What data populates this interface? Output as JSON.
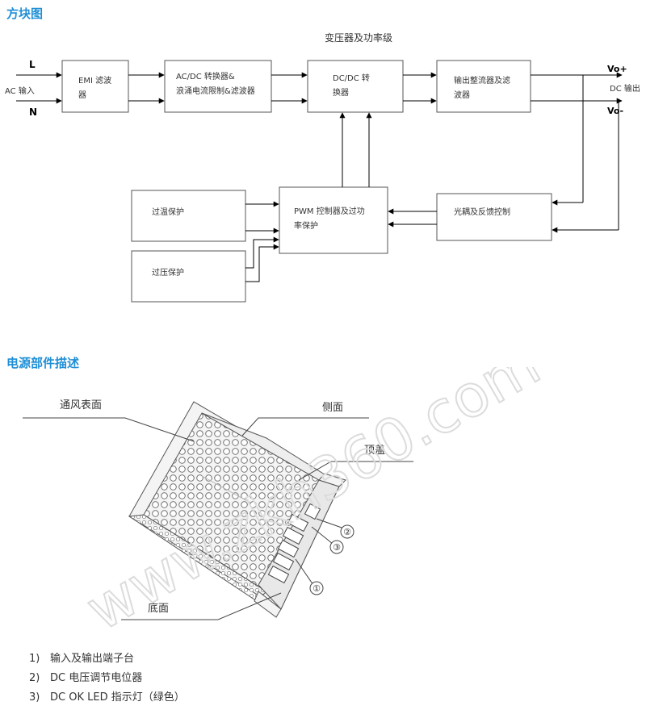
{
  "sections": {
    "block_diagram_title": "方块图",
    "parts_title": "电源部件描述"
  },
  "block_diagram": {
    "top_label": "变压器及功率级",
    "input": {
      "line": "L",
      "neutral": "N",
      "label": "AC 输入"
    },
    "output": {
      "pos": "Vo+",
      "neg": "Vo-",
      "label": "DC 输出"
    },
    "blocks": {
      "emi": [
        "EMI 滤波",
        "器"
      ],
      "acdc": [
        "AC/DC 转换器&",
        "浪涌电流限制&滤波器"
      ],
      "dcdc": [
        "DC/DC 转",
        "换器"
      ],
      "rect": [
        "输出整流器及滤",
        "波器"
      ],
      "pwm": [
        "PWM 控制器及过功",
        "率保护"
      ],
      "opto": [
        "光耦及反馈控制"
      ],
      "otp": [
        "过温保护"
      ],
      "ovp": [
        "过压保护"
      ]
    }
  },
  "parts_diagram": {
    "labels": {
      "vent": "通风表面",
      "side": "侧面",
      "top": "顶盖",
      "bottom": "底面"
    },
    "callouts": [
      "①",
      "②",
      "③"
    ],
    "watermark": "www.zkh360.com"
  },
  "parts_list": [
    {
      "num": "1)",
      "text": "输入及输出端子台"
    },
    {
      "num": "2)",
      "text": "DC 电压调节电位器"
    },
    {
      "num": "3)",
      "text": "DC OK LED 指示灯（绿色）"
    }
  ]
}
